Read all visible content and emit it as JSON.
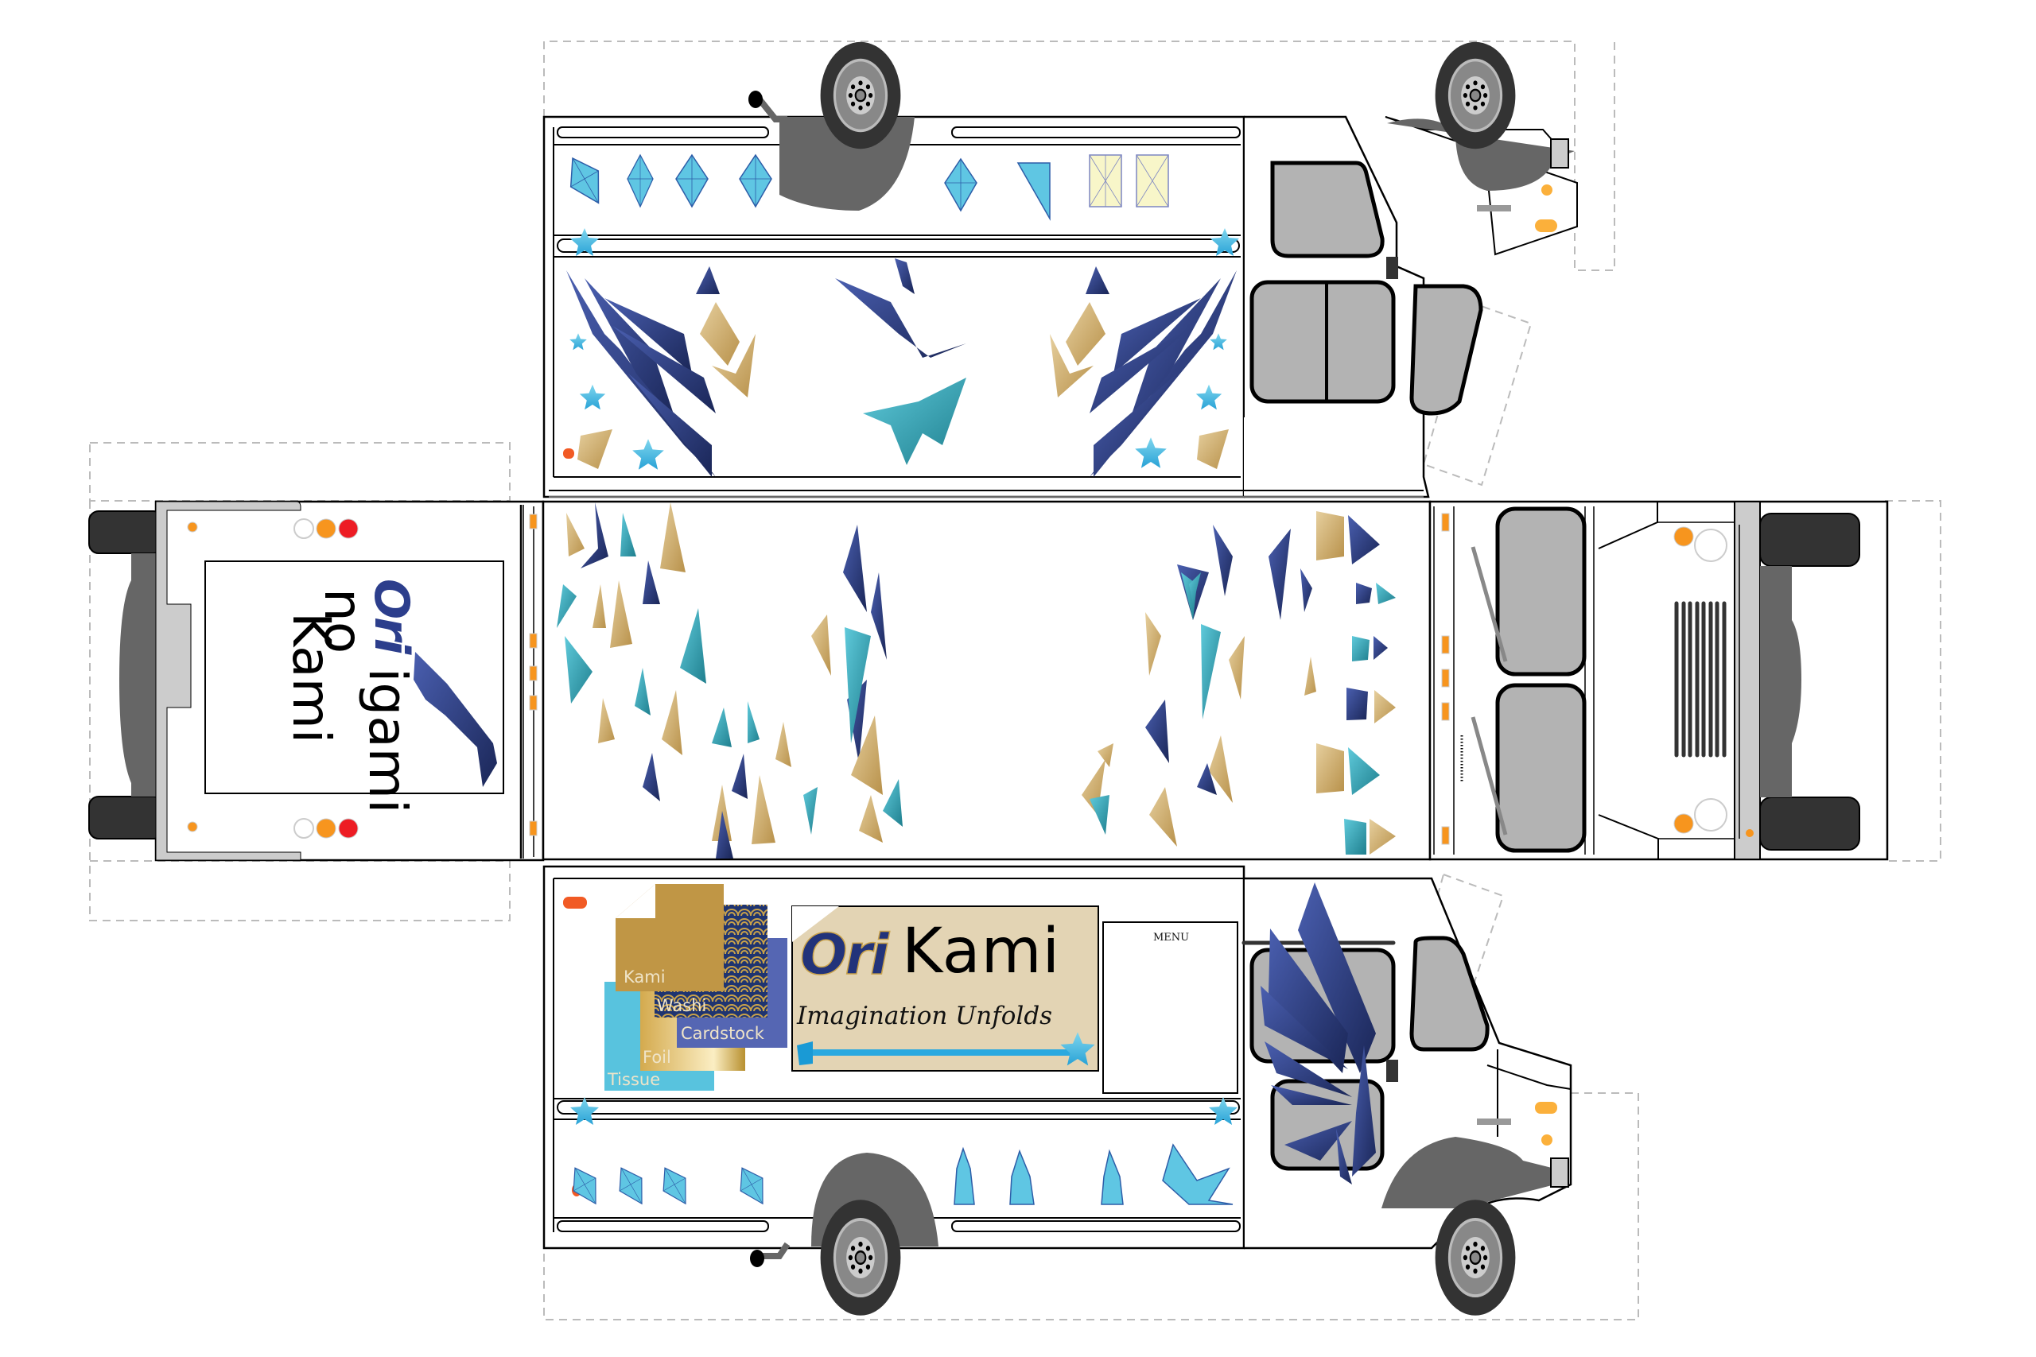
{
  "template": {
    "title": "Origami no Kami food truck papercraft",
    "colors": {
      "navy": "#2c3e8c",
      "teal": "#3aa7b8",
      "gold": "#c9a96e",
      "sky": "#5fc6e3",
      "cut_line": "#000000",
      "fold_line": "#b5b5b5",
      "tire": "#333333",
      "fender": "#666666",
      "glass": "#b3b3b3",
      "light_orange": "#f7951e",
      "light_red": "#ed1c24"
    }
  },
  "rear_panel": {
    "logo_line1": "igami",
    "logo_line2": "no",
    "logo_line3": "Kami",
    "logo_mark": "Ori",
    "icon": "origami-crane-icon"
  },
  "service_side": {
    "paper_samples": [
      {
        "label": "Kami",
        "color": "#c09645"
      },
      {
        "label": "Washi",
        "color": "#1f3470"
      },
      {
        "label": "Cardstock",
        "color": "#5566b3"
      },
      {
        "label": "Foil",
        "color": "#d4aa4e"
      },
      {
        "label": "Tissue",
        "color": "#58c3de"
      }
    ],
    "sign": {
      "brand_mark": "Ori",
      "brand_name": "Kami",
      "tagline": "Imagination Unfolds",
      "background": "#e3d4b4"
    },
    "menu": {
      "title": "MENU"
    }
  }
}
